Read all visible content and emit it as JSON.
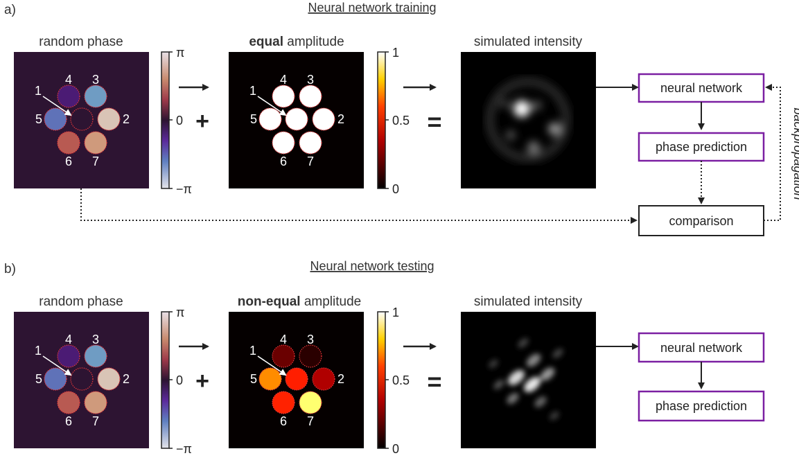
{
  "panel_a": {
    "letter": "a)",
    "title": "Neural network training",
    "phase_label": "random phase",
    "amp_label_bold": "equal",
    "amp_label_rest": " amplitude",
    "intensity_label": "simulated intensity",
    "boxes": {
      "network": "neural network",
      "prediction": "phase prediction",
      "comparison": "comparison"
    },
    "backprop_label": "backpropagation",
    "plus": "+",
    "equals": "="
  },
  "panel_b": {
    "letter": "b)",
    "title": "Neural network testing",
    "phase_label": "random phase",
    "amp_label_bold": "non-equal",
    "amp_label_rest": " amplitude",
    "intensity_label": "simulated intensity",
    "boxes": {
      "network": "neural network",
      "prediction": "phase prediction"
    },
    "plus": "+",
    "equals": "="
  },
  "phase_colorbar": {
    "top": "π",
    "mid": "0",
    "bottom": "−π"
  },
  "amp_colorbar": {
    "top": "1",
    "mid": "0.5",
    "bottom": "0"
  },
  "core_labels": [
    "1",
    "2",
    "3",
    "4",
    "5",
    "6",
    "7"
  ],
  "phase_core_colors": [
    "#2d1432",
    "#d9c4b6",
    "#6f9cc3",
    "#4b1b74",
    "#5f72b8",
    "#b85a52",
    "#cf9a7c"
  ],
  "amp_equal_colors": [
    "#ffffff",
    "#ffffff",
    "#ffffff",
    "#ffffff",
    "#ffffff",
    "#ffffff",
    "#ffffff"
  ],
  "amp_nonequal_colors": [
    "#ff1e00",
    "#b00000",
    "#2a0000",
    "#6a0000",
    "#ff8c00",
    "#ff2200",
    "#ffff70"
  ],
  "colors": {
    "purple": "#7b1fa2",
    "phase_bg": "#2d1432",
    "amp_bg": "#050000",
    "dark": "#222222"
  }
}
